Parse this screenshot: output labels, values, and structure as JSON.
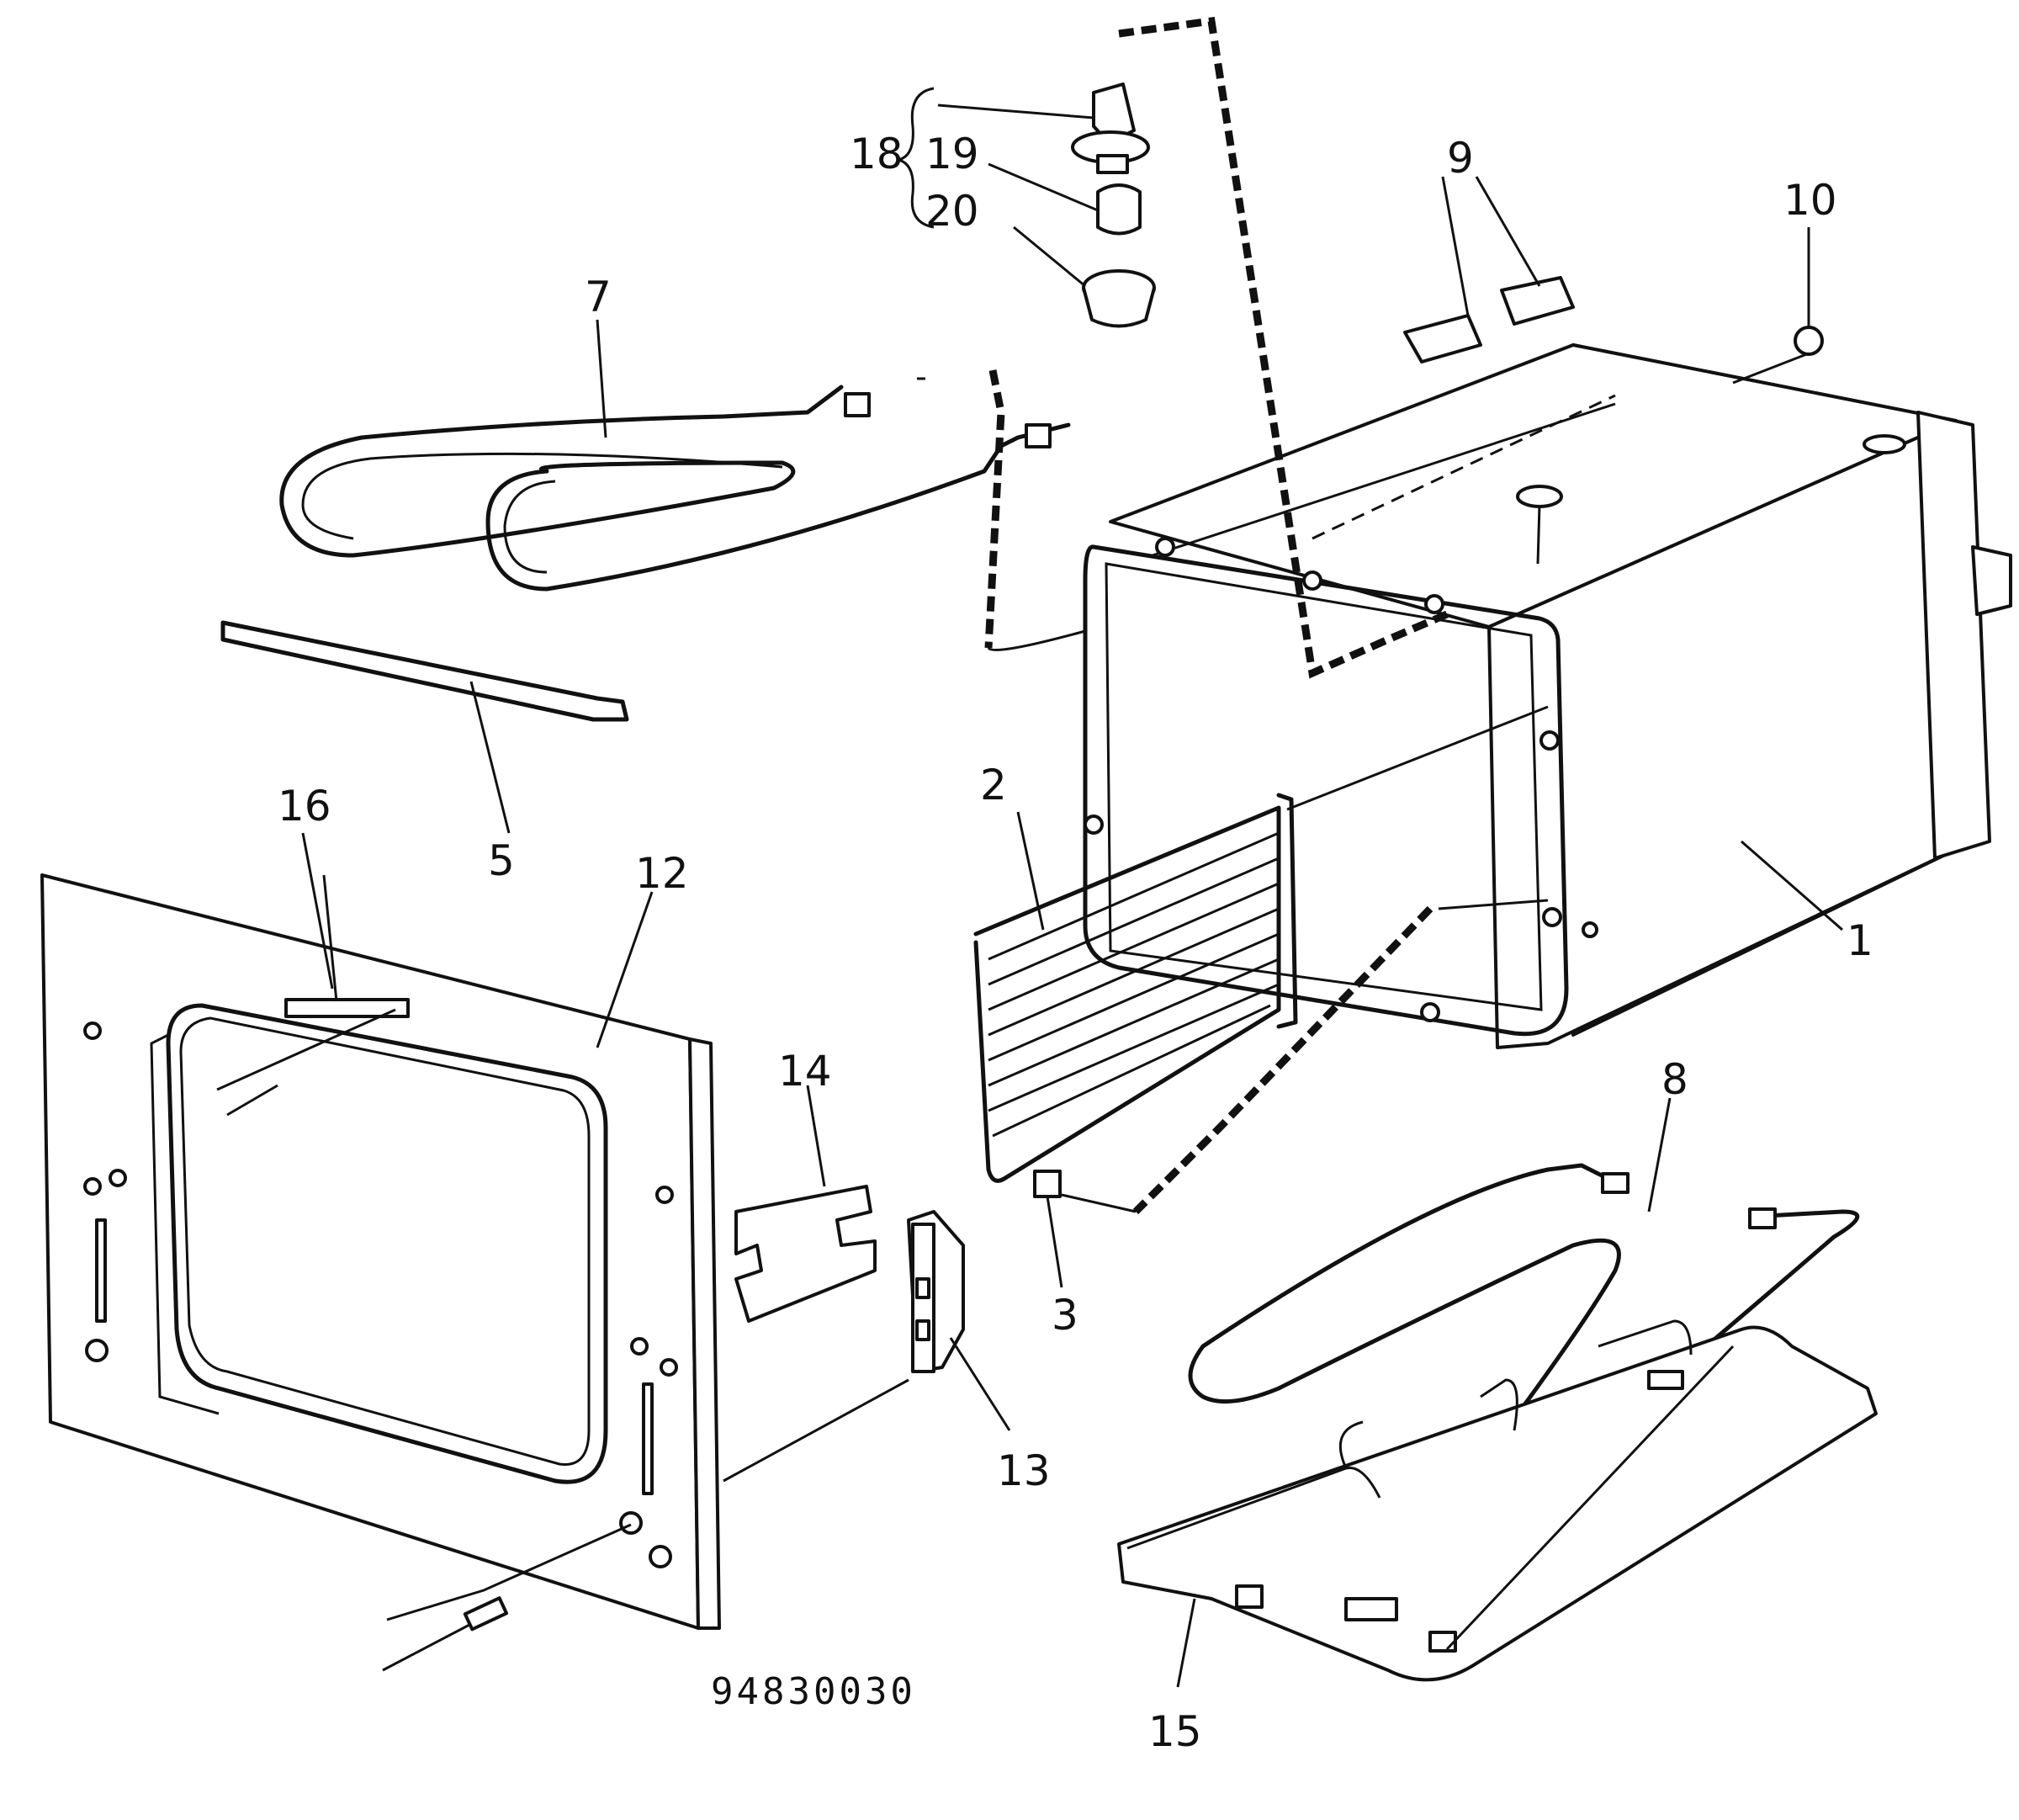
{
  "diagram": {
    "drawing_number": "94830030",
    "labels": {
      "p1": "1",
      "p2": "2",
      "p3": "3",
      "p5": "5",
      "p7": "7",
      "p8": "8",
      "p9": "9",
      "p10": "10",
      "p12": "12",
      "p13": "13",
      "p14": "14",
      "p15": "15",
      "p16": "16",
      "p18": "18",
      "p19": "19",
      "p20": "20"
    }
  }
}
